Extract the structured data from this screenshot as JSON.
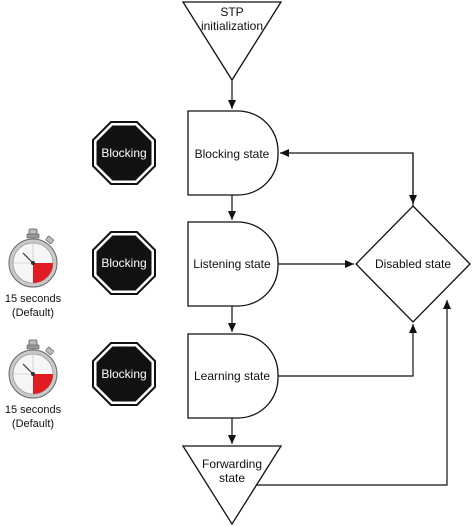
{
  "nodes": {
    "init": [
      "STP",
      "initialization"
    ],
    "blocking": "Blocking state",
    "listening": "Listening state",
    "learning": "Learning state",
    "disabled": "Disabled state",
    "forwarding": [
      "Forwarding",
      "state"
    ]
  },
  "signs": [
    "Blocking",
    "Blocking",
    "Blocking"
  ],
  "timers": [
    {
      "line1": "15 seconds",
      "line2": "(Default)"
    },
    {
      "line1": "15 seconds",
      "line2": "(Default)"
    }
  ],
  "colors": {
    "stroke": "#111111",
    "sign_fill": "#111111",
    "timer_red": "#e01b22"
  }
}
